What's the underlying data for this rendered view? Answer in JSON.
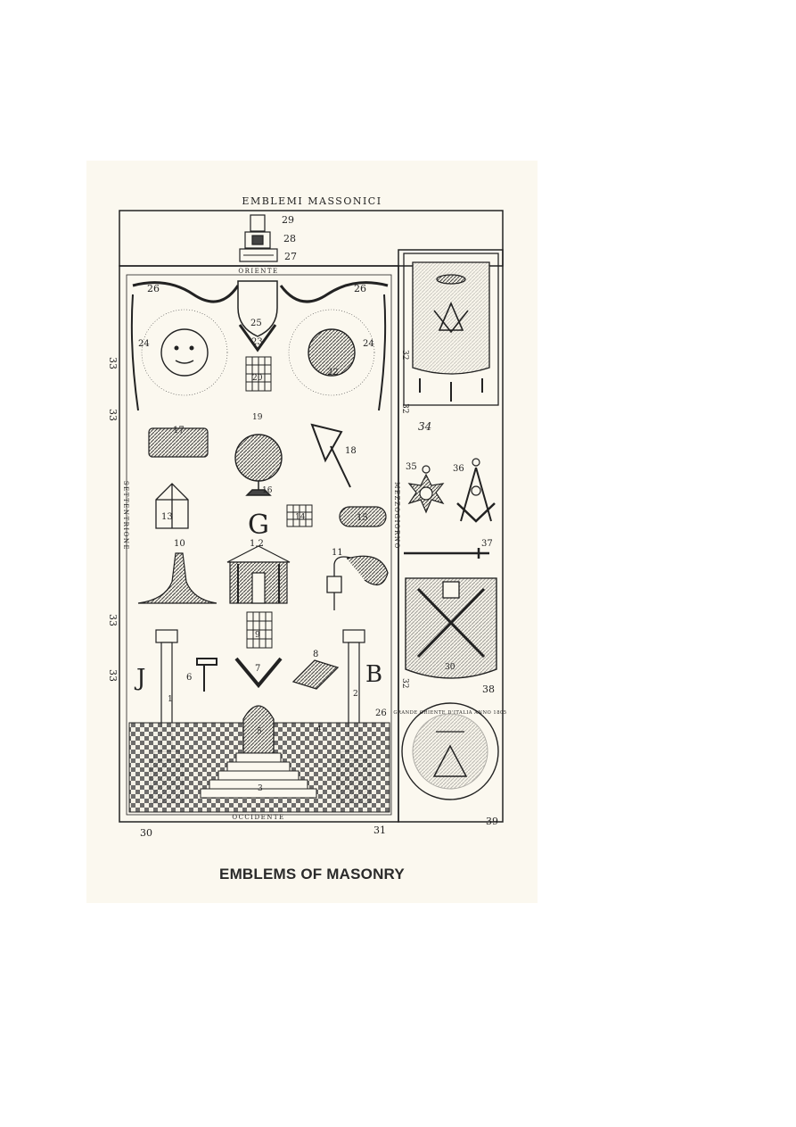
{
  "plate": {
    "heading": "EMBLEMI MASSONICI",
    "east": "ORIENTE",
    "west": "OCCIDENTE",
    "north": "SETTENTRIONE",
    "south": "MEZZOGIORNO",
    "letter_g": "G",
    "letter_j": "J",
    "letter_b": "B",
    "seal_text": "GRANDE ORIENTE D'ITALIA ANNO 1805",
    "numbers": {
      "n1": "1",
      "n2": "2",
      "n3": "3",
      "n4": "4",
      "n5": "5",
      "n6": "6",
      "n7": "7",
      "n8": "8",
      "n9": "9",
      "n10": "10",
      "n11": "11",
      "n12": "1,2",
      "n13": "13",
      "n14": "14",
      "n15": "15",
      "n16": "16",
      "n17": "17",
      "n18": "18",
      "n19": "19",
      "n20": "20",
      "n22": "22",
      "n23": "23",
      "n24": "24",
      "n25": "25",
      "n26": "26",
      "n27": "27",
      "n28": "28",
      "n29": "29",
      "n30": "30",
      "n31": "31",
      "n32": "32",
      "n33": "33",
      "n34": "34",
      "n35": "35",
      "n36": "36",
      "n37": "37",
      "n38": "38",
      "n39": "39"
    }
  },
  "caption": "EMBLEMS OF MASONRY"
}
